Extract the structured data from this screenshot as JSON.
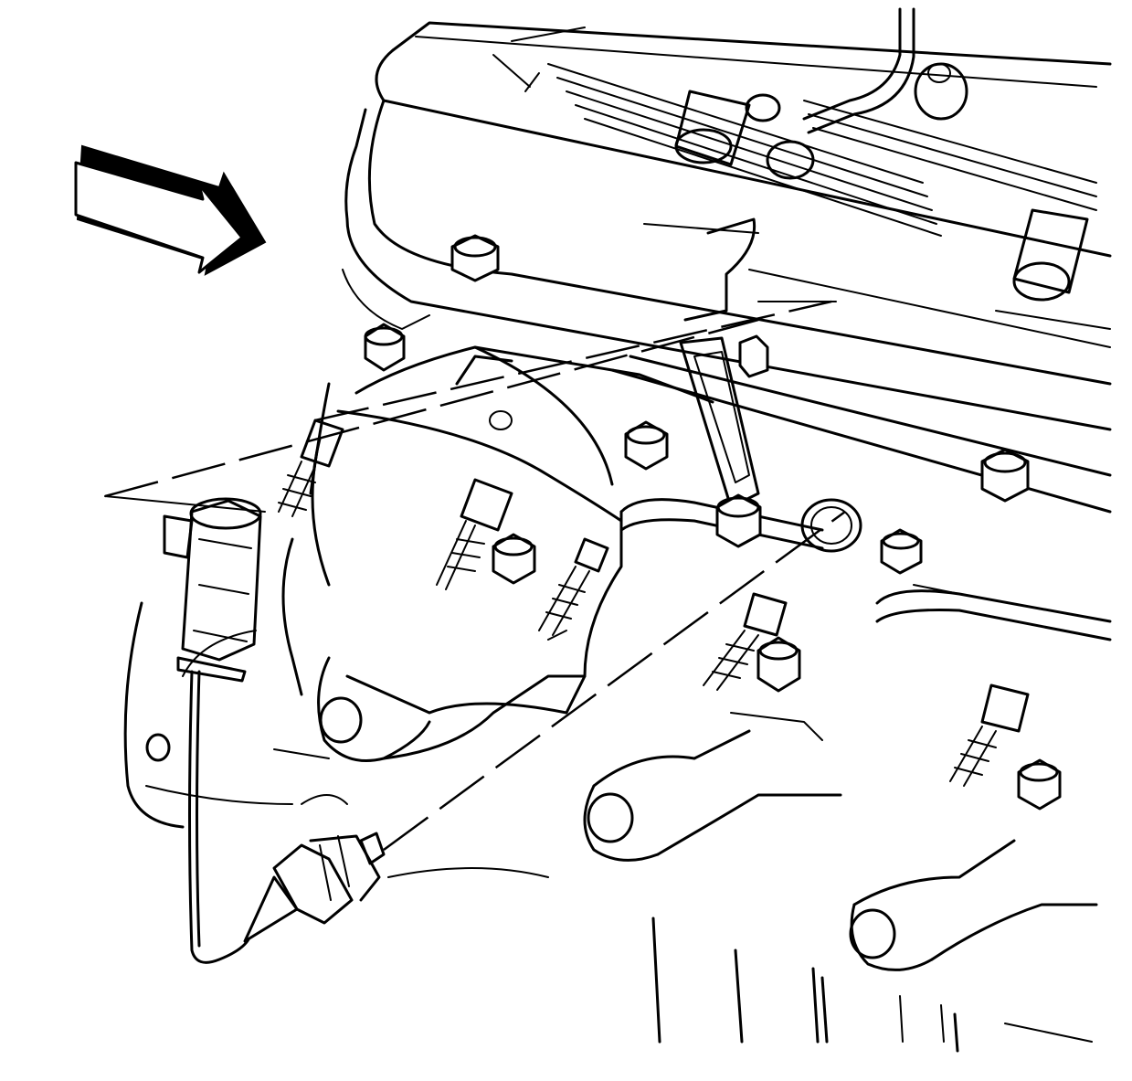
{
  "diagram": {
    "subject": "exhaust-manifold-oxygen-sensor-installation",
    "background_color": "#ffffff",
    "line_color": "#000000",
    "components": [
      "view-direction-arrow",
      "valve-cover",
      "cylinder-head",
      "exhaust-manifold",
      "manifold-bolts",
      "manifold-studs",
      "heat-shield-bracket",
      "oxygen-sensor",
      "sensor-wire-harness",
      "sensor-electrical-connector",
      "oil-pan-skirt"
    ]
  }
}
